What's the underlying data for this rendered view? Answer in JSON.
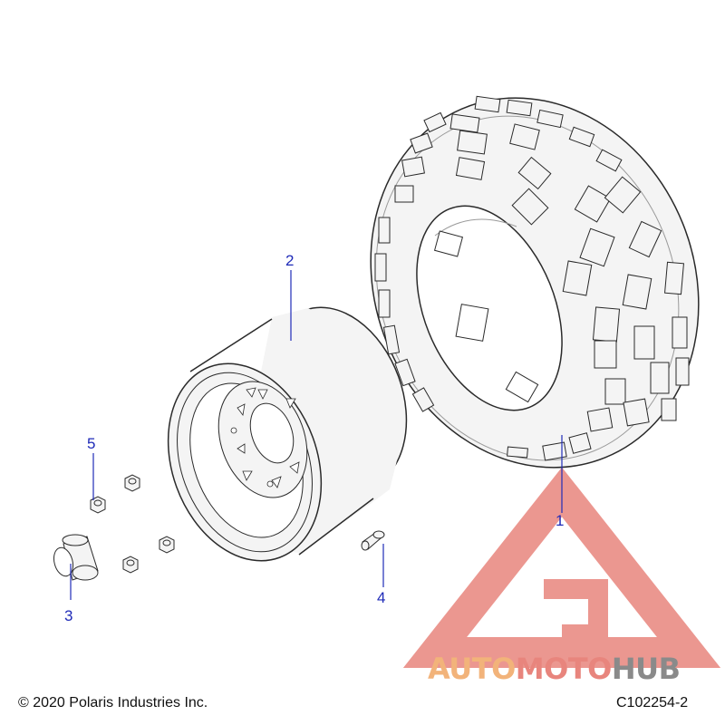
{
  "callouts": {
    "c1": "1",
    "c2": "2",
    "c3": "3",
    "c4": "4",
    "c5": "5"
  },
  "footer": {
    "copyright": "© 2020 Polaris Industries Inc.",
    "code": "C102254-2"
  },
  "watermark": {
    "part1": "AUTO",
    "part2": "MOTO",
    "part3": "HUB"
  },
  "colors": {
    "callout": "#1f2bb8",
    "leader": "#1f2bb8",
    "outline": "#2a2a2a",
    "part_fill": "#f4f4f4",
    "wm_red": "#e8857d",
    "wm_orange": "#f2b37a",
    "wm_gray": "#8a8a8a"
  }
}
